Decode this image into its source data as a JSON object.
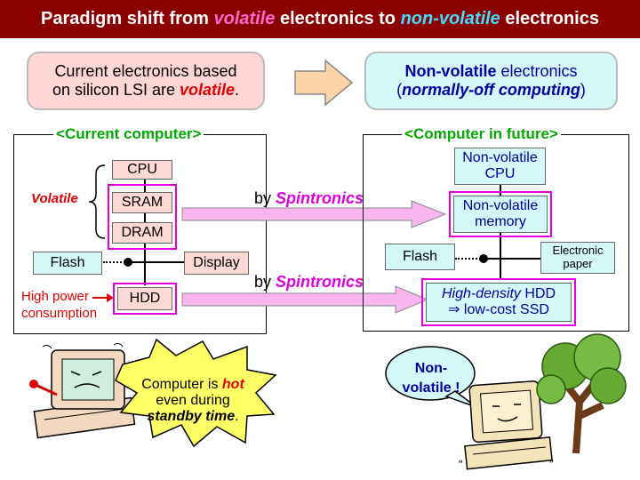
{
  "title": {
    "part1": "Paradigm shift from ",
    "volatile": "volatile",
    "part2": " electronics to ",
    "non_volatile": "non-volatile",
    "part3": " electronics"
  },
  "current_box": {
    "line1": "Current electronics based",
    "line2": "on silicon LSI are ",
    "volatile": "volatile",
    "period": "."
  },
  "future_box": {
    "line1_bold": "Non-volatile",
    "line1_rest": " electronics",
    "paren_open": "(",
    "line2_italic": "normally-off computing",
    "paren_close": ")"
  },
  "left_frame": {
    "title": "Current computer",
    "volatile_label": "Volatile",
    "cpu": "CPU",
    "sram": "SRAM",
    "dram": "DRAM",
    "flash": "Flash",
    "display": "Display",
    "hdd": "HDD",
    "high_power_line1": "High power",
    "high_power_line2": "consumption"
  },
  "right_frame": {
    "title": "Computer in future",
    "nv_cpu_line1": "Non-volatile",
    "nv_cpu_line2": "CPU",
    "nv_mem_line1": "Non-volatile",
    "nv_mem_line2": "memory",
    "flash": "Flash",
    "epaper_line1": "Electronic",
    "epaper_line2": "paper",
    "hdd_line1_italic": "High-density",
    "hdd_line1_rest": " HDD",
    "hdd_arrow": "⇒",
    "hdd_line2": " low-cost SSD"
  },
  "arrows": {
    "by": "by ",
    "spintronics": "Spintronics"
  },
  "left_bubble": {
    "line1a": "Computer is ",
    "hot": "hot",
    "line2": "even during",
    "standby": "standby time",
    "period": "."
  },
  "right_bubble": {
    "line1": "Non-",
    "line2": "volatile !"
  },
  "colors": {
    "title_bg": "#8b0000",
    "accent_magenta": "#dd00dd",
    "volatile_red": "#e00000",
    "frame_title_green": "#00aa00",
    "nv_blue": "#0000a0"
  }
}
